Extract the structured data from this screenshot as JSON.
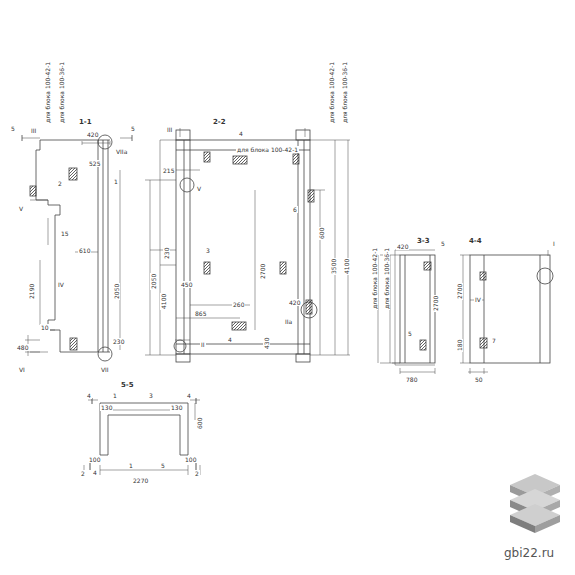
{
  "diagram": {
    "labels": [
      "1-1",
      "5",
      "5",
      "III",
      "420",
      "525",
      "1",
      "2",
      "V",
      "15",
      "610",
      "2190",
      "IV",
      "2050",
      "10",
      "480",
      "VI",
      "VII",
      "VIIa",
      "230",
      "для блока 100-42-1",
      "для блока 100-36-1",
      "2-2",
      "4",
      "для блока 100-42-1",
      "III",
      "215",
      "V",
      "6",
      "2700",
      "3",
      "2050",
      "4100",
      "230",
      "450",
      "865",
      "260",
      "4",
      "420",
      "II",
      "IIa",
      "430",
      "600",
      "3500",
      "4100",
      "для блока 100-42-1",
      "для блока 100-36-1",
      "3-3",
      "5",
      "420",
      "для блока 100-42-1",
      "для блока 100-36-1",
      "2700",
      "5",
      "780",
      "4-4",
      "I",
      "IV",
      "7",
      "180",
      "50",
      "2700",
      "5-5",
      "4",
      "1",
      "3",
      "4",
      "130",
      "130",
      "600",
      "2",
      "4",
      "100",
      "100",
      "1",
      "5",
      "2270",
      "2",
      "gbi22.ru"
    ]
  }
}
